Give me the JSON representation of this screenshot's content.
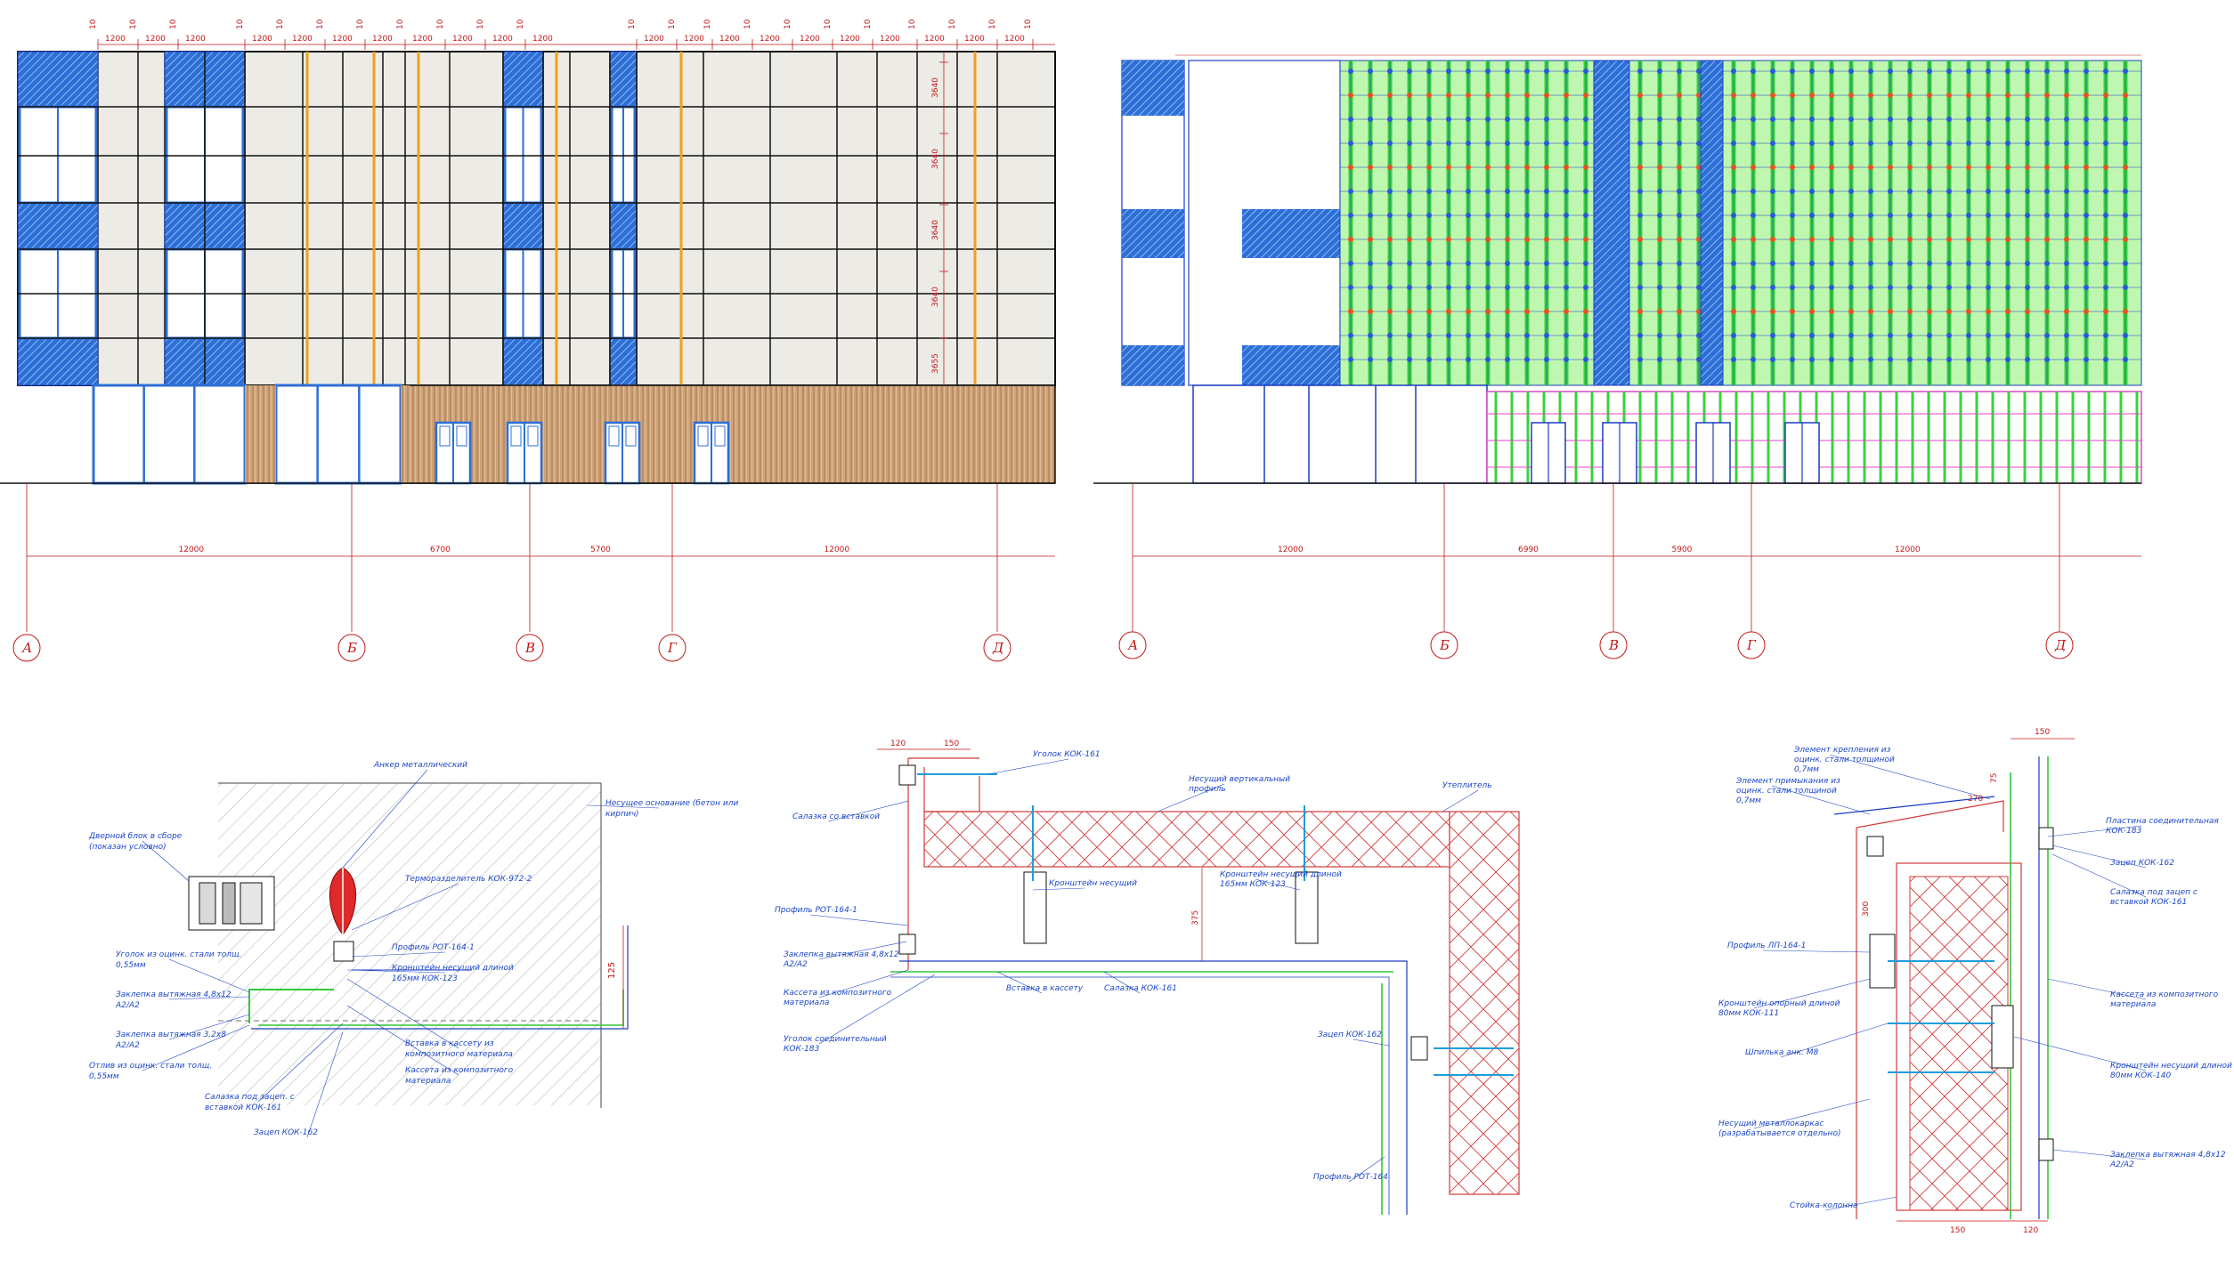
{
  "colors": {
    "glass": "#2c6fd6",
    "red": "#c01818",
    "panel": "#ecebe5",
    "wood": "#c9a27a",
    "green": "#38d33c",
    "orange": "#f0a020",
    "blue": "#1a3cc4"
  },
  "left_elevation": {
    "axes": [
      "А",
      "Б",
      "В",
      "Г",
      "Д"
    ],
    "spans": [
      "12000",
      "6700",
      "5700",
      "12000"
    ],
    "module_w": "1200",
    "gap": "10",
    "levels": [
      "3640",
      "3640",
      "3640",
      "3640",
      "3655"
    ]
  },
  "right_elevation": {
    "axes": [
      "А",
      "Б",
      "В",
      "Г",
      "Д"
    ],
    "spans": [
      "12000",
      "6990",
      "5900",
      "12000"
    ]
  },
  "detail1": {
    "notes": [
      "Анкер металлический",
      "Дверной блок в сборе (показан условно)",
      "Несущее основание (бетон или кирпич)",
      "Терморазделитель КОК-972-2",
      "Профиль РОТ-164-1",
      "Кронштейн несущий длиной 165мм КОК-123",
      "Уголок из оцинк. стали толщ. 0,55мм",
      "Заклепка вытяжная 4,8х12 А2/А2",
      "Заклепка вытяжная 3,2х8 А2/А2",
      "Отлив из оцинк. стали толщ. 0,55мм",
      "Вставка в кассету из композитного материала",
      "Кассета из композитного материала",
      "Салазка под зацеп. с вставкой КОК-161",
      "Зацеп КОК-162"
    ],
    "dim": "125"
  },
  "detail2": {
    "notes": [
      "Уголок КОК-161",
      "Салазка со вставкой",
      "Несущий вертикальный профиль",
      "Утеплитель",
      "Профиль РОТ-164-1",
      "Кронштейн несущий",
      "Кронштейн несущий длиной 165мм КОК-123",
      "Кассета из композитного материала",
      "Заклепка вытяжная 4,8х12 А2/А2",
      "Уголок соединительный КОК-183",
      "Вставка в кассету",
      "Салазка КОК-161",
      "Зацеп КОК-162",
      "Профиль РОТ-164"
    ],
    "dims": [
      "120",
      "150",
      "375"
    ]
  },
  "detail3": {
    "notes": [
      "Элемент крепления из оцинк. стали толщиной 0,7мм",
      "Элемент примыкания из оцинк. стали толщиной 0,7мм",
      "Профиль ЛП-164-1",
      "Кронштейн опорный длиной 80мм КОК-111",
      "Шпилька анк. М8",
      "Несущий металлокаркас (разрабатывается отдельно)",
      "Стойка-колонна",
      "Пластина соединительная КОК-183",
      "Зацеп КОК-162",
      "Салазка под зацеп с вставкой КОК-161",
      "Кассета из композитного материала",
      "Кронштейн несущий длиной 80мм КОК-140",
      "Заклепка вытяжная 4,8х12 А2/А2"
    ],
    "dims": [
      "150",
      "75",
      "270",
      "300",
      "150",
      "120"
    ]
  }
}
